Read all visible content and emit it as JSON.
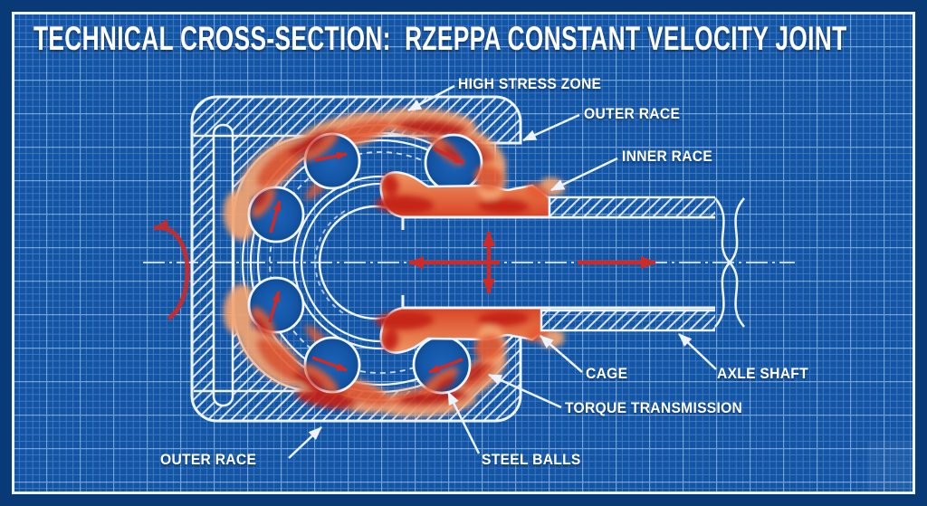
{
  "title": "TECHNICAL CROSS-SECTION:  RZEPPA CONSTANT VELOCITY JOINT",
  "labels": {
    "high_stress_zone": "HIGH STRESS ZONE",
    "outer_race_top": "OUTER RACE",
    "inner_race": "INNER RACE",
    "cage": "CAGE",
    "axle_shaft": "AXLE SHAFT",
    "torque_transmission": "TORQUE TRANSMISSION",
    "outer_race_bottom": "OUTER RACE",
    "steel_balls": "STEEL BALLS"
  },
  "diagram": {
    "style": "blueprint cross-section with thermal stress overlay",
    "steel_ball_count": 6,
    "colors": {
      "blueprint_background": "#1355a5",
      "blueprint_margin": "#0a3a76",
      "grid_minor": "rgba(191,216,255,0.28)",
      "grid_major": "rgba(214,234,255,0.5)",
      "drawing_lines": "#eef5ff",
      "label_text": "#ffffff",
      "heat_light": "#f3a472",
      "heat_mid": "#e65c30",
      "heat_core": "#c32019",
      "arrow_red": "#cf2a26"
    }
  }
}
